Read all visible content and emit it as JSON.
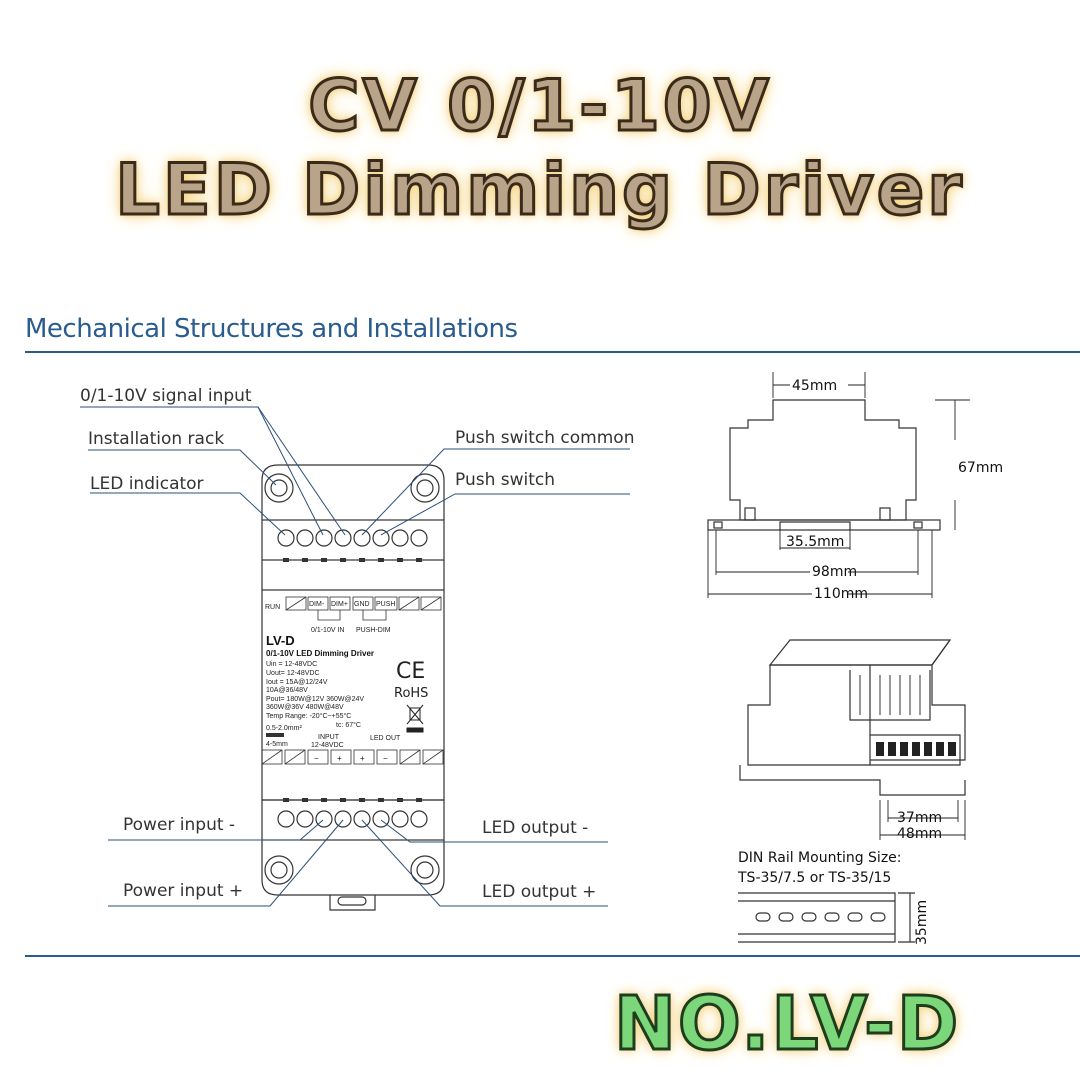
{
  "title": {
    "line1": "CV 0/1-10V",
    "line2": "LED Dimming Driver"
  },
  "section_heading": "Mechanical Structures and Installations",
  "callouts": {
    "signal_input": "0/1-10V signal input",
    "installation_rack": "Installation rack",
    "led_indicator": "LED indicator",
    "push_switch_common": "Push switch common",
    "push_switch": "Push switch",
    "power_input_minus": "Power input -",
    "power_input_plus": "Power input +",
    "led_output_minus": "LED output -",
    "led_output_plus": "LED output +"
  },
  "device": {
    "run_label": "RUN",
    "terminals_top": [
      "DIM-",
      "DIM+",
      "GND",
      "PUSH"
    ],
    "in_label": "0/1-10V IN",
    "push_dim_label": "PUSH-DIM",
    "model": "LV-D",
    "name": "0/1-10V LED Dimming Driver",
    "specs": [
      "Uin  = 12-48VDC",
      "Uout= 12-48VDC",
      "Iout  = 15A@12/24V",
      "          10A@36/48V",
      "Pout= 180W@12V 360W@24V",
      "          360W@36V 480W@48V",
      "Temp Range: -20°C~+55°C"
    ],
    "tc": "tc: 67°C",
    "wire1": "0.5-2.0mm²",
    "wire2": "4-5mm",
    "input_label": "INPUT",
    "input_voltage": "12-48VDC",
    "led_out_label": "LED OUT",
    "terminals_bottom": [
      "−",
      "+",
      "+",
      "−"
    ],
    "ce": "CE",
    "rohs": "RoHS"
  },
  "dimensions": {
    "w45": "45mm",
    "h67": "67mm",
    "w35_5": "35.5mm",
    "w98": "98mm",
    "w110": "110mm",
    "w37": "37mm",
    "w48": "48mm",
    "h35": "35mm"
  },
  "din_rail": {
    "title": "DIN Rail Mounting Size:",
    "types": "TS-35/7.5 or TS-35/15"
  },
  "model_number": "NO.LV-D",
  "colors": {
    "heading": "#2a5c8f",
    "rule": "#2a5c8f",
    "title_fill": "#b9a48a",
    "model_fill": "#7cd67a"
  }
}
